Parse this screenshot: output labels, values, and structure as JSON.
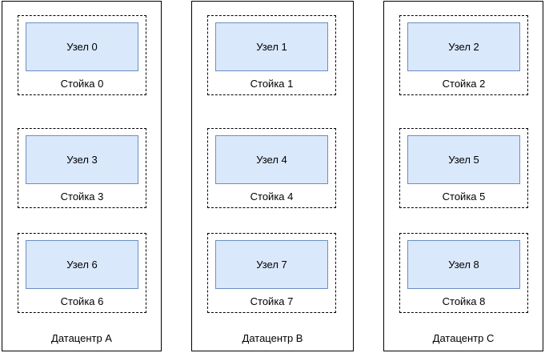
{
  "colors": {
    "node_fill": "#dae8fc",
    "node_border": "#6c8ebf",
    "line": "#000000",
    "background": "#ffffff"
  },
  "diagram": {
    "datacenters": [
      {
        "label": "Датацентр A",
        "racks": [
          {
            "rack_label": "Стойка 0",
            "node_label": "Узел 0"
          },
          {
            "rack_label": "Стойка 3",
            "node_label": "Узел 3"
          },
          {
            "rack_label": "Стойка 6",
            "node_label": "Узел 6"
          }
        ]
      },
      {
        "label": "Датацентр B",
        "racks": [
          {
            "rack_label": "Стойка 1",
            "node_label": "Узел 1"
          },
          {
            "rack_label": "Стойка 4",
            "node_label": "Узел 4"
          },
          {
            "rack_label": "Стойка 7",
            "node_label": "Узел 7"
          }
        ]
      },
      {
        "label": "Датацентр C",
        "racks": [
          {
            "rack_label": "Стойка 2",
            "node_label": "Узел 2"
          },
          {
            "rack_label": "Стойка 5",
            "node_label": "Узел 5"
          },
          {
            "rack_label": "Стойка 8",
            "node_label": "Узел 8"
          }
        ]
      }
    ]
  }
}
